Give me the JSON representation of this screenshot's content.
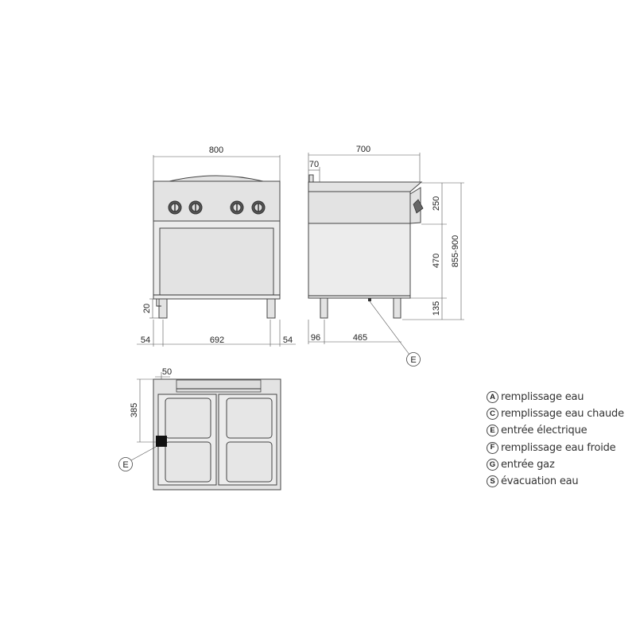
{
  "front_view": {
    "width_label": "800",
    "foot_height_label": "20",
    "left_offset_label": "54",
    "feet_span_label": "692",
    "right_offset_label": "54"
  },
  "side_view": {
    "depth_label": "700",
    "back_offset_label": "70",
    "top_height_label": "250",
    "middle_height_label": "470",
    "bottom_height_label": "135",
    "total_height_label": "855-900",
    "left_foot_label": "96",
    "connection_offset_label": "465",
    "callout_label": "E"
  },
  "top_view": {
    "side_offset_label": "50",
    "connection_depth_label": "385",
    "callout_label": "E"
  },
  "legend": [
    {
      "letter": "A",
      "text": "remplissage eau"
    },
    {
      "letter": "C",
      "text": "remplissage eau chaude"
    },
    {
      "letter": "E",
      "text": "entrée électrique"
    },
    {
      "letter": "F",
      "text": "remplissage eau froide"
    },
    {
      "letter": "G",
      "text": "entrée gaz"
    },
    {
      "letter": "S",
      "text": "évacuation eau"
    }
  ]
}
